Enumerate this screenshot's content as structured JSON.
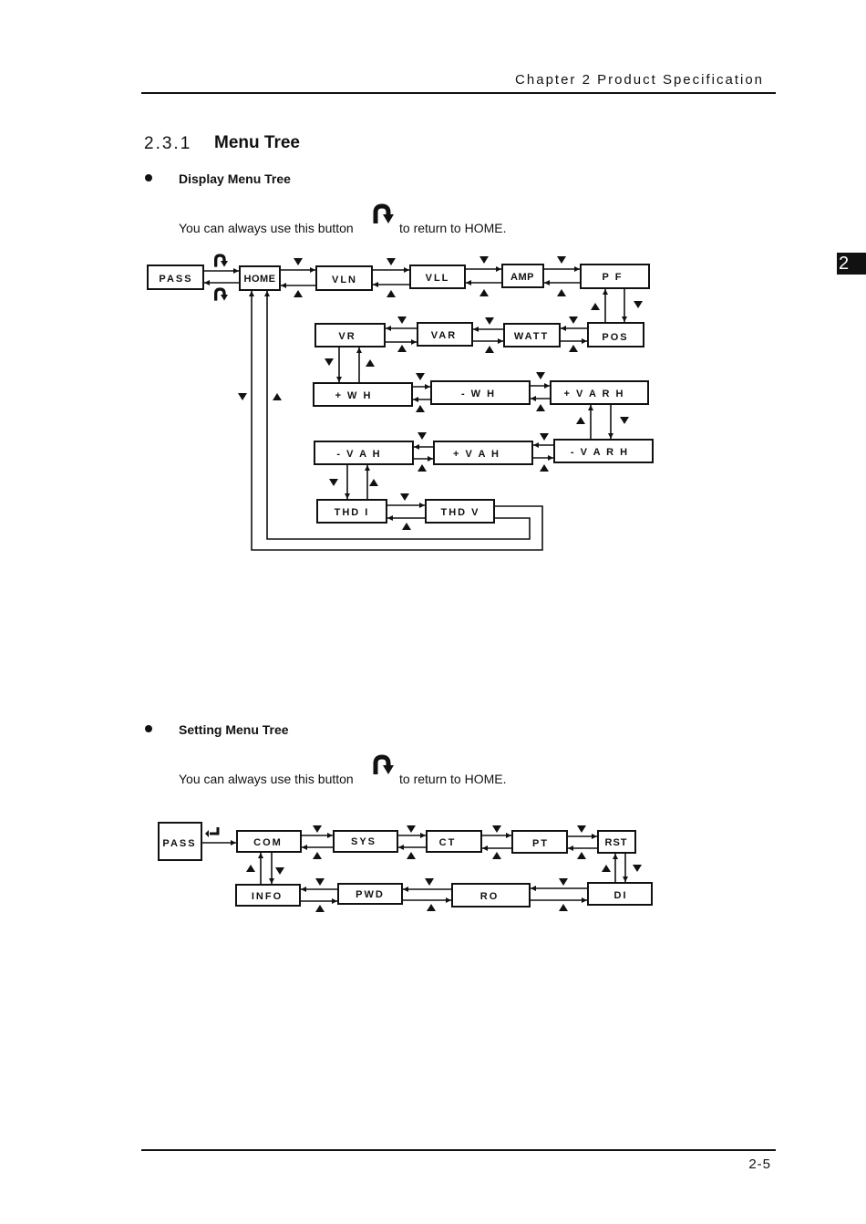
{
  "header": {
    "chapter": "Chapter 2 Product Specification",
    "tab_number": "2"
  },
  "section": {
    "number": "2.3.1",
    "title": "Menu Tree"
  },
  "display_tree": {
    "heading": "Display Menu Tree",
    "note_before": "You can always use this button",
    "note_after": "to return to HOME.",
    "nodes": {
      "pass": "PASS",
      "home": "HOME",
      "vln": "VLN",
      "vll": "VLL",
      "amp": "AMP",
      "pf": "P F",
      "vr": "VR",
      "var": "VAR",
      "watt": "WATT",
      "pos": "POS",
      "pwh": "+ W H",
      "mwh": "- W H",
      "pvarh": "+ V A R H",
      "mvah": "- V A H",
      "pvah": "+ V A H",
      "mvarh": "- V A R H",
      "thdi": "THD I",
      "thdv": "THD V"
    }
  },
  "setting_tree": {
    "heading": "Setting Menu Tree",
    "note_before": "You can always use this button",
    "note_after": "to return to HOME.",
    "nodes": {
      "pass": "PASS",
      "com": "COM",
      "sys": "SYS",
      "ct": "CT",
      "pt": "PT",
      "rst": "RST",
      "info": "INFO",
      "pwd": "PWD",
      "ro": "RO",
      "di": "DI"
    }
  },
  "footer": {
    "page": "2-5"
  },
  "icons": [
    "return-home-icon",
    "down-triangle-icon",
    "up-triangle-icon",
    "enter-key-icon"
  ]
}
